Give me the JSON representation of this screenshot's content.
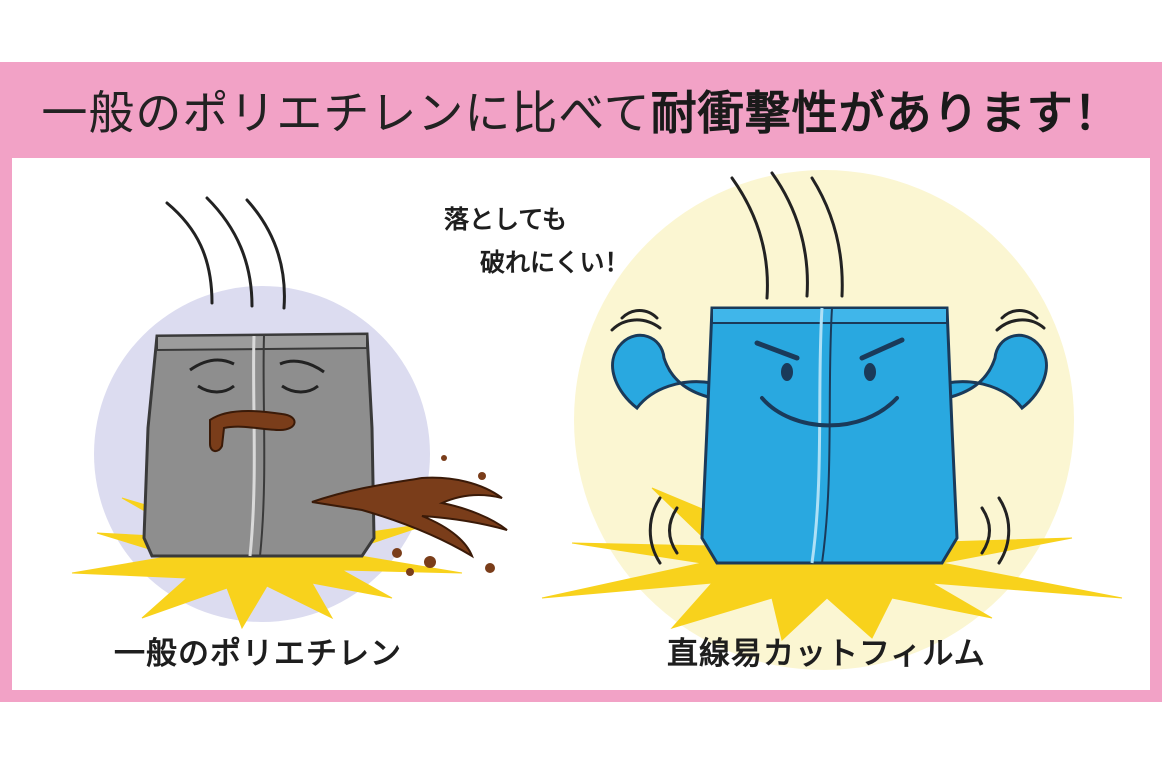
{
  "banner": {
    "text_normal": "一般のポリエチレンに比べて",
    "text_bold": "耐衝撃性があります！"
  },
  "left_character": {
    "caption": "一般のポリエチレン",
    "bag_color": "#8e8e8e",
    "glow_color": "#dcdcf0",
    "liquid_color": "#7a3d1a"
  },
  "right_character": {
    "caption": "直線易カットフィルム",
    "speech_line1": "落としても",
    "speech_line2": "破れにくい！",
    "bag_color": "#29a8e0",
    "glow_color": "#fbf6d2"
  },
  "colors": {
    "frame": "#f2a2c6",
    "impact_star": "#f8d21c"
  }
}
